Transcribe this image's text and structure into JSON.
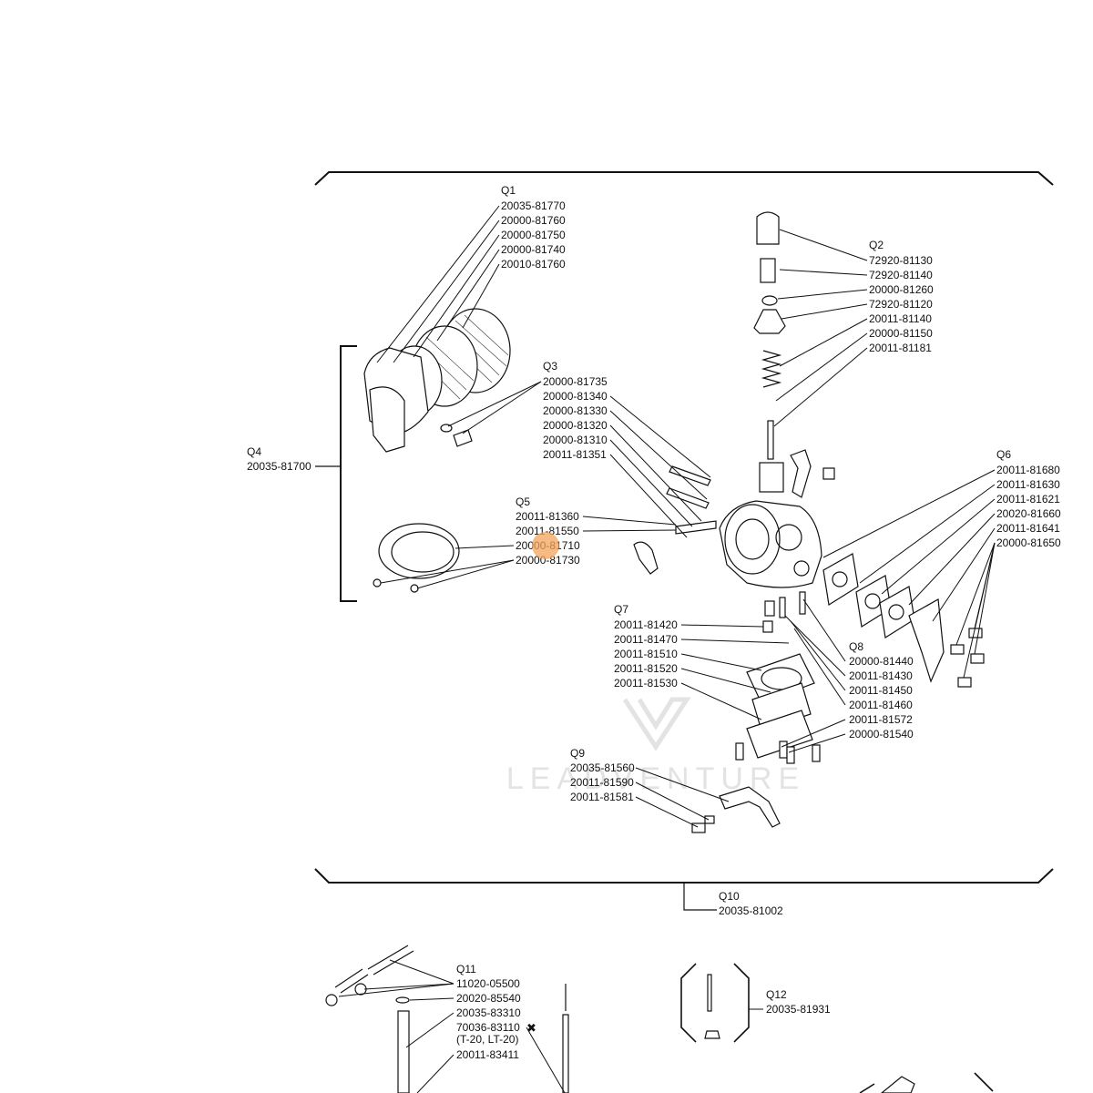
{
  "colors": {
    "ink": "#111111",
    "cursor": "#f3a35a",
    "watermark": "#e3e3e3"
  },
  "watermark": "LEADVENTURE",
  "groups": {
    "q1": {
      "tag": "Q1",
      "parts": [
        "20035-81770",
        "20000-81760",
        "20000-81750",
        "20000-81740",
        "20010-81760"
      ]
    },
    "q2": {
      "tag": "Q2",
      "parts": [
        "72920-81130",
        "72920-81140",
        "20000-81260",
        "72920-81120",
        "20011-81140",
        "20000-81150",
        "20011-81181"
      ]
    },
    "q3": {
      "tag": "Q3",
      "parts": [
        "20000-81735",
        "20000-81340",
        "20000-81330",
        "20000-81320",
        "20000-81310",
        "20011-81351"
      ]
    },
    "q4": {
      "tag": "Q4",
      "parts": [
        "20035-81700"
      ]
    },
    "q5": {
      "tag": "Q5",
      "parts": [
        "20011-81360",
        "20011-81550",
        "20000-81710",
        "20000-81730"
      ]
    },
    "q6": {
      "tag": "Q6",
      "parts": [
        "20011-81680",
        "20011-81630",
        "20011-81621",
        "20020-81660",
        "20011-81641",
        "20000-81650"
      ]
    },
    "q7": {
      "tag": "Q7",
      "parts": [
        "20011-81420",
        "20011-81470",
        "20011-81510",
        "20011-81520",
        "20011-81530"
      ]
    },
    "q8": {
      "tag": "Q8",
      "parts": [
        "20000-81440",
        "20011-81430",
        "20011-81450",
        "20011-81460",
        "20011-81572",
        "20000-81540"
      ]
    },
    "q9": {
      "tag": "Q9",
      "parts": [
        "20035-81560",
        "20011-81590",
        "20011-81581"
      ]
    },
    "q10": {
      "tag": "Q10",
      "parts": [
        "20035-81002"
      ]
    },
    "q11": {
      "tag": "Q11",
      "parts": [
        "11020-05500",
        "20020-85540",
        "20035-83310",
        "70036-83110",
        "(T-20, LT-20)",
        "20011-83411"
      ]
    },
    "q12": {
      "tag": "Q12",
      "parts": [
        "20035-81931"
      ]
    }
  },
  "marker_symbol": "✖"
}
